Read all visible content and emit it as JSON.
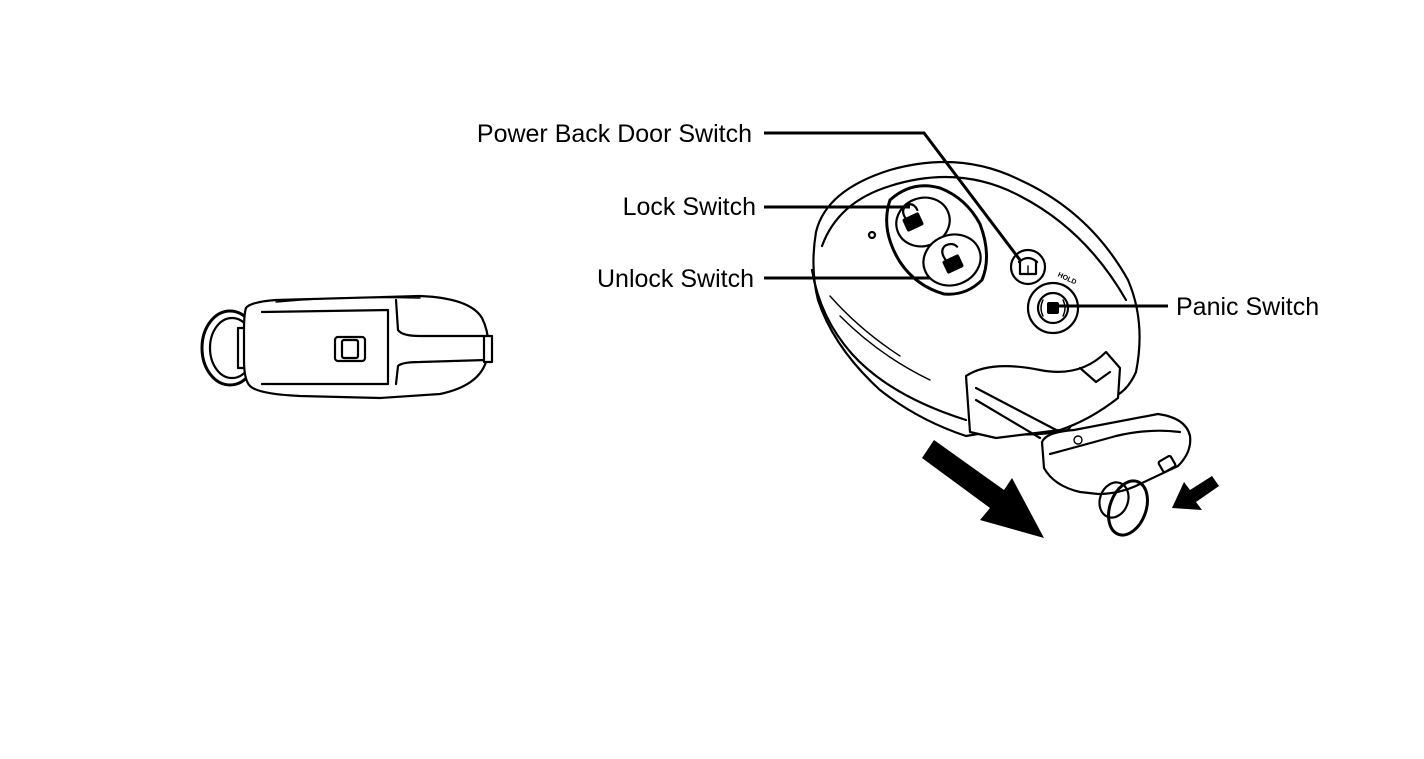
{
  "callouts": {
    "power_back_door": "Power Back Door Switch",
    "lock": "Lock Switch",
    "unlock": "Unlock Switch",
    "panic": "Panic Switch"
  },
  "fob_markings": {
    "hold": "HOLD"
  },
  "icons": {
    "lock_button": "padlock-closed-icon",
    "unlock_button": "padlock-open-icon",
    "power_back_door_button": "back-door-icon",
    "panic_button": "horn-icon",
    "pull_direction": "arrow-icon"
  },
  "colors": {
    "line": "#000000",
    "background": "#ffffff"
  }
}
